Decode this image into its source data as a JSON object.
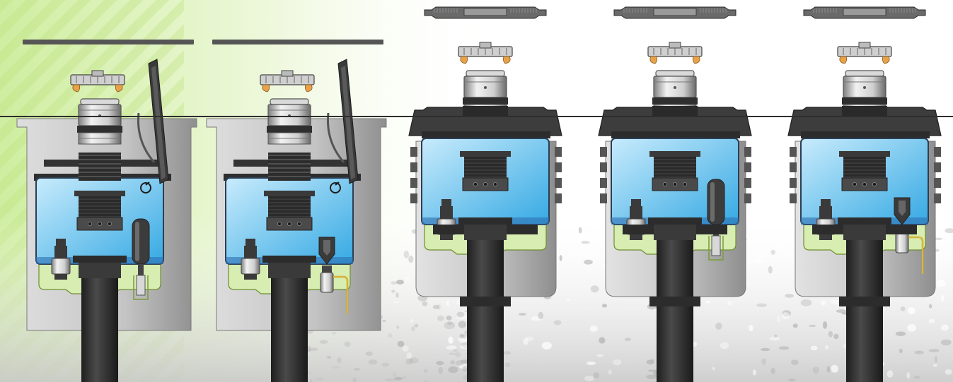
{
  "colors": {
    "background_top": "#ffffff",
    "background_green": "#d8f0a8",
    "stripe_green": "#c4e486",
    "gravel": "#c8c8c8",
    "ground_line": "#333333",
    "pit_wall_light": "#d4d4d4",
    "pit_wall_dark": "#9a9a9a",
    "housing_dark": "#3f3f3f",
    "housing_mid": "#6a6a6a",
    "water_light": "#bfe6fb",
    "water_dark": "#3aaee6",
    "sump_green": "#d6ecb0",
    "pipe": "#2f2f2f",
    "steel_light": "#eeeeee",
    "steel_dark": "#8a8a8a",
    "brass": "#c9a21a",
    "latch_orange": "#e8a24a"
  },
  "units": [
    {
      "id": "unit-1",
      "variant": "in-pit-hinged-lid",
      "sensor": "float-probe"
    },
    {
      "id": "unit-2",
      "variant": "in-pit-hinged-lid",
      "sensor": "pressure-switch"
    },
    {
      "id": "unit-3",
      "variant": "spill-box-cover",
      "sensor": "none"
    },
    {
      "id": "unit-4",
      "variant": "spill-box-cover",
      "sensor": "float-probe"
    },
    {
      "id": "unit-5",
      "variant": "spill-box-cover",
      "sensor": "pressure-switch"
    }
  ]
}
